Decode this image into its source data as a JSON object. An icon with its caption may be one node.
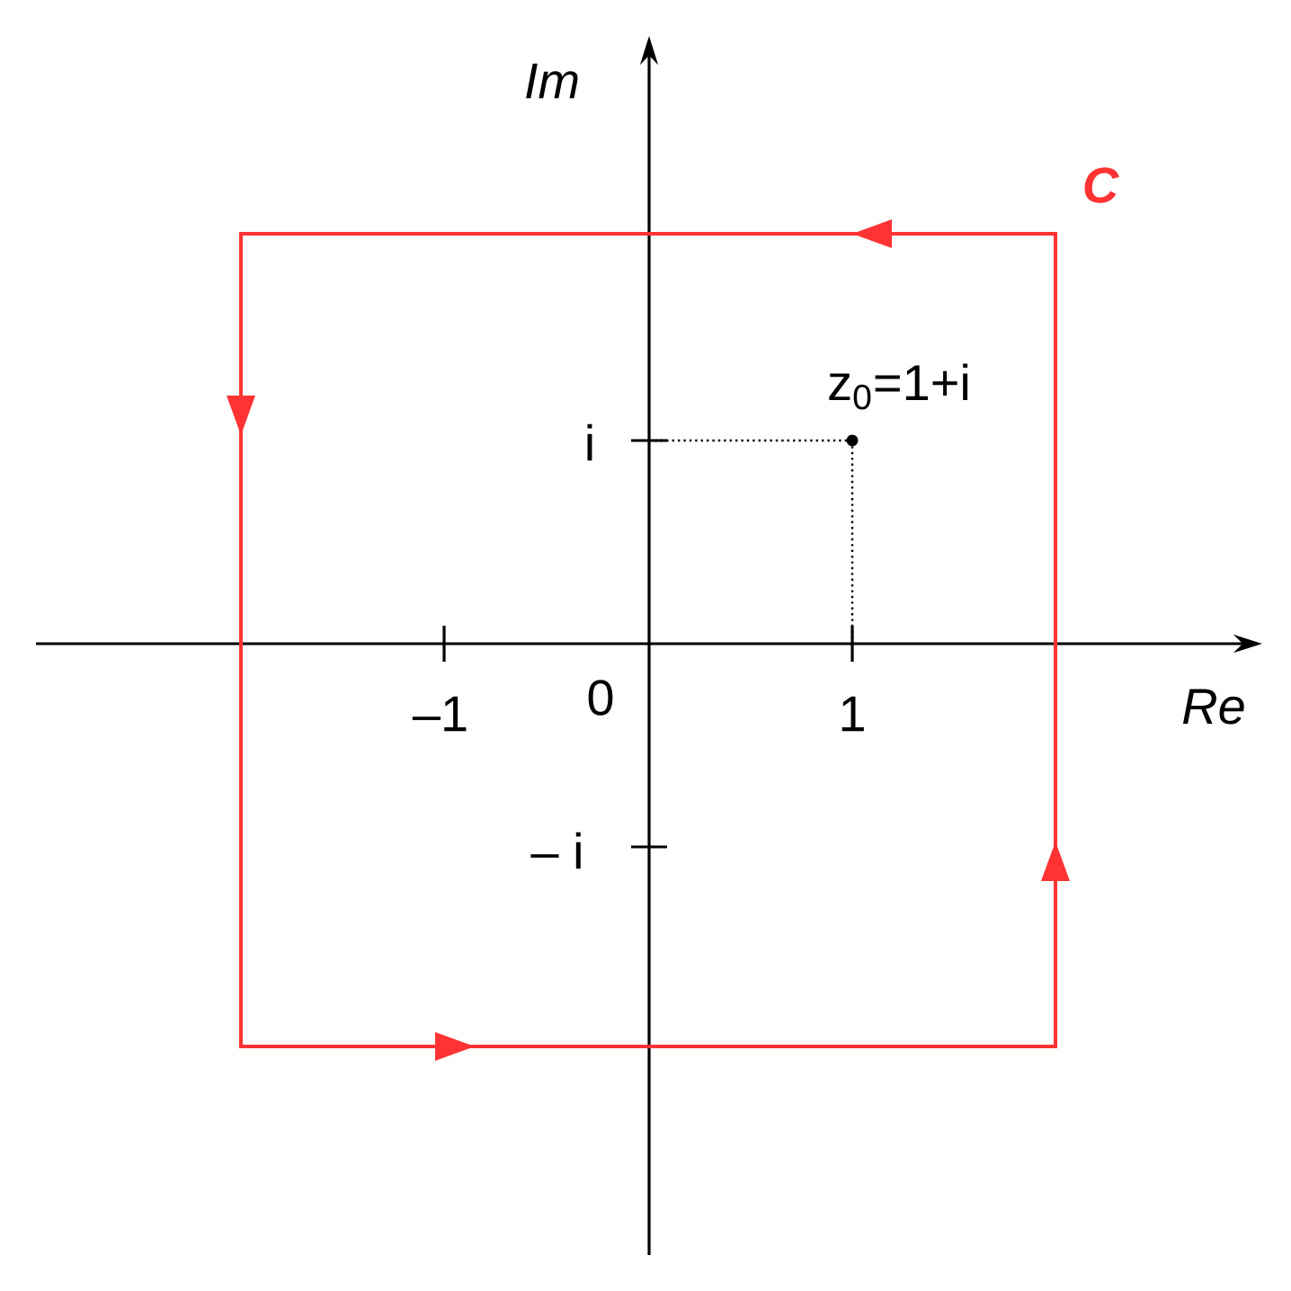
{
  "diagram": {
    "labels": [
      "Im",
      "C",
      "z$_{0}$=1+i",
      "i",
      "–1",
      "0",
      "1",
      "Re",
      "– i"
    ]
  }
}
